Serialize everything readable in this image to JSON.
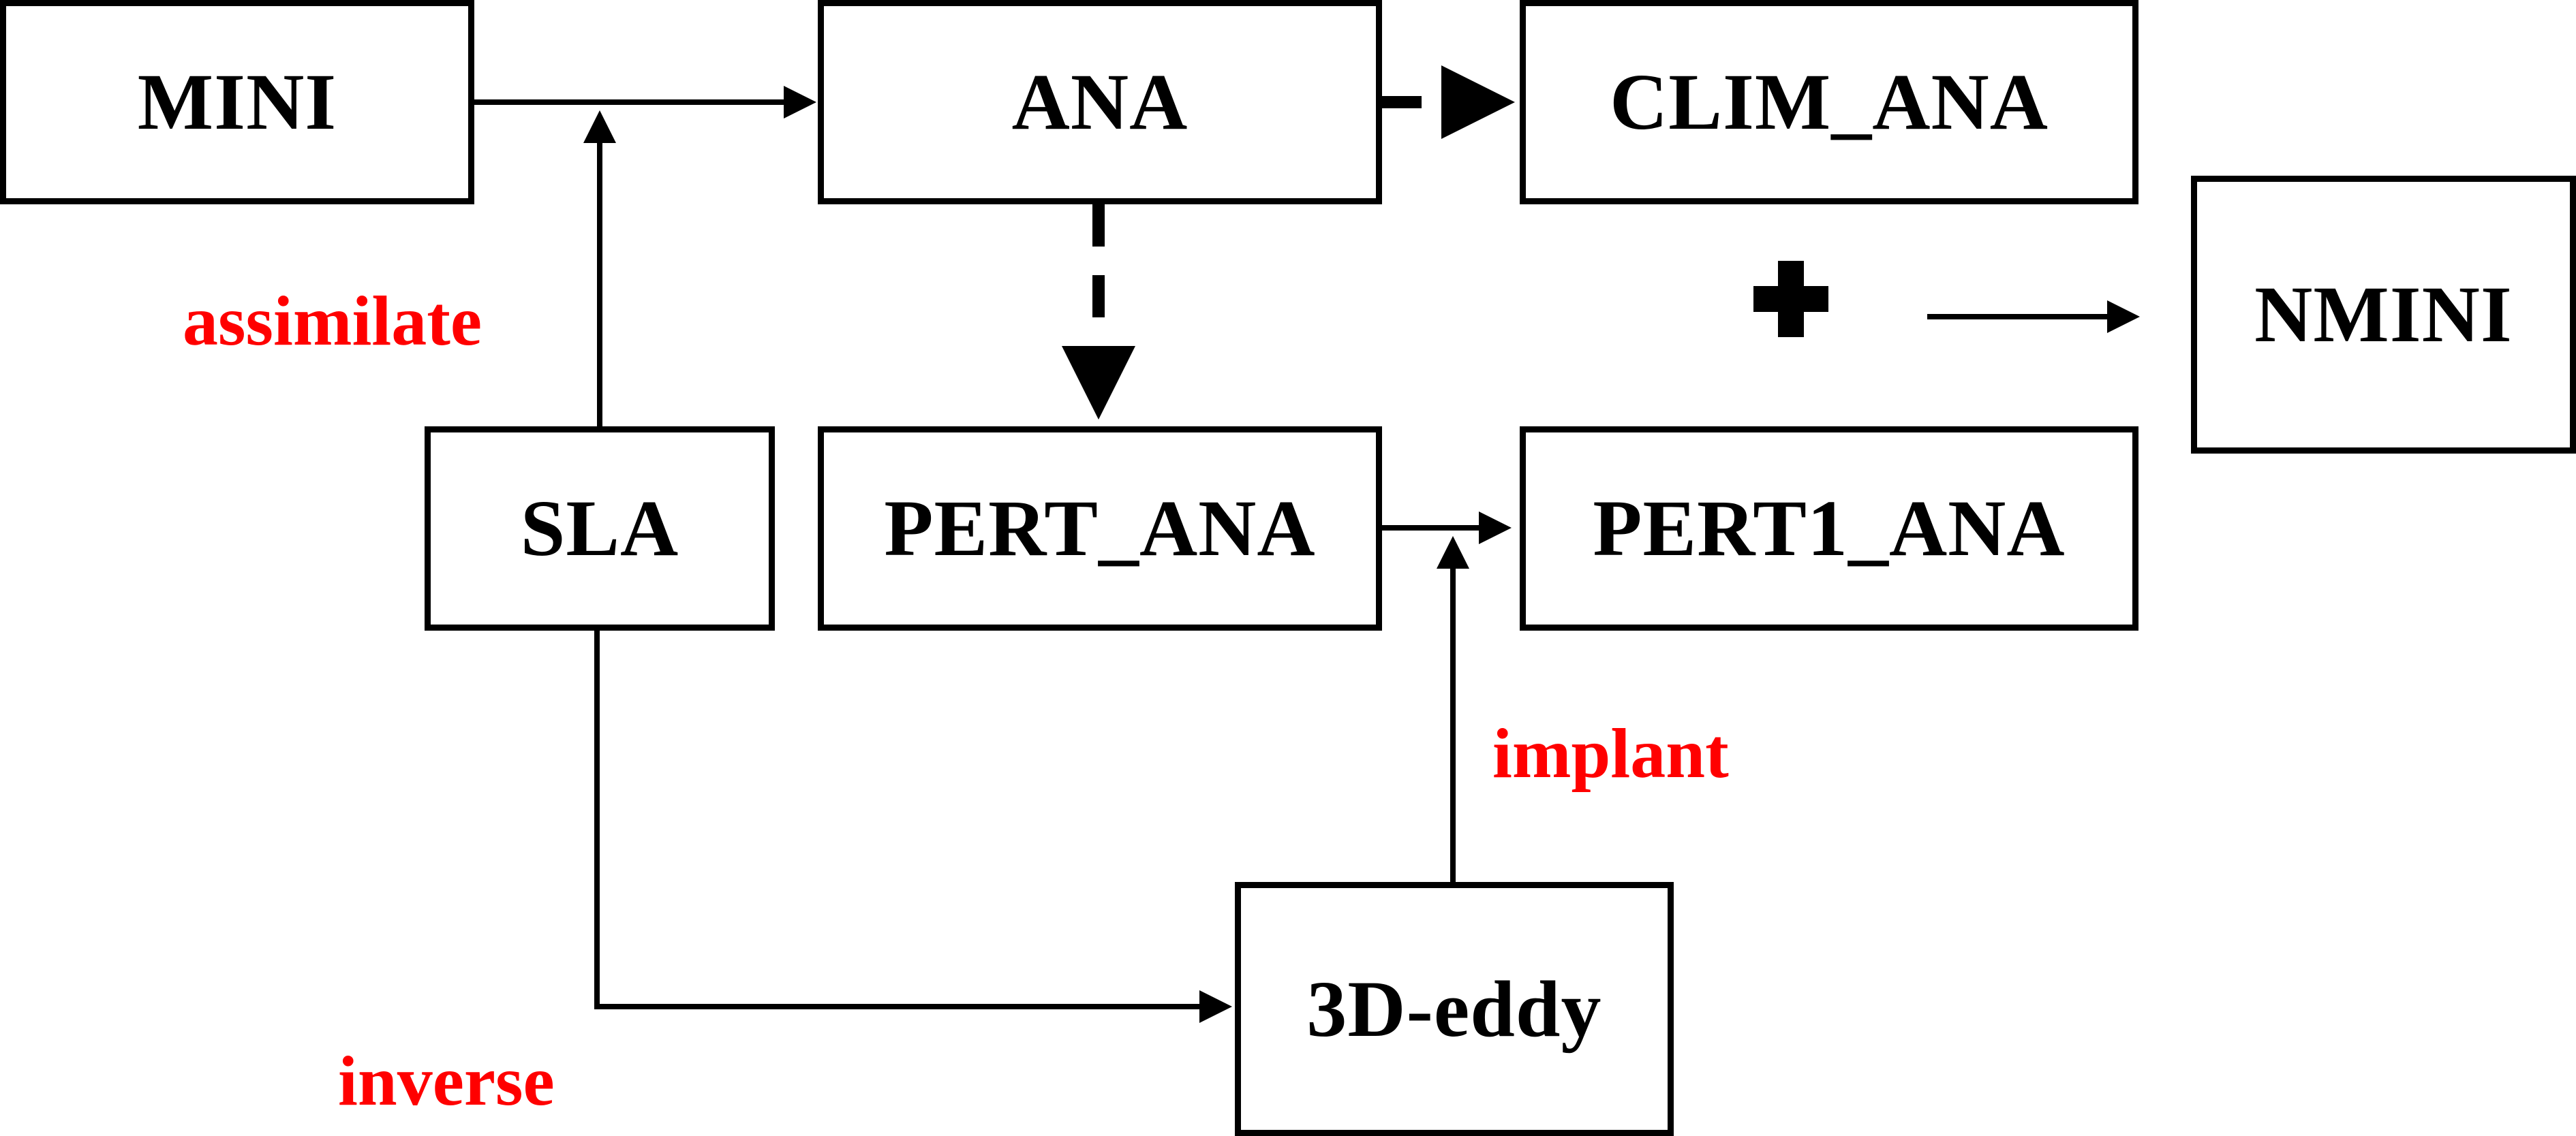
{
  "nodes": {
    "mini": "MINI",
    "ana": "ANA",
    "clim_ana": "CLIM_ANA",
    "nmini": "NMINI",
    "sla": "SLA",
    "pert_ana": "PERT_ANA",
    "pert1_ana": "PERT1_ANA",
    "eddy3d": "3D-eddy"
  },
  "labels": {
    "assimilate": "assimilate",
    "implant": "implant",
    "inverse": "inverse"
  },
  "plus_symbol": "+",
  "colors": {
    "line": "#000000",
    "label": "#ff0000",
    "box_fill": "#ffffff"
  }
}
